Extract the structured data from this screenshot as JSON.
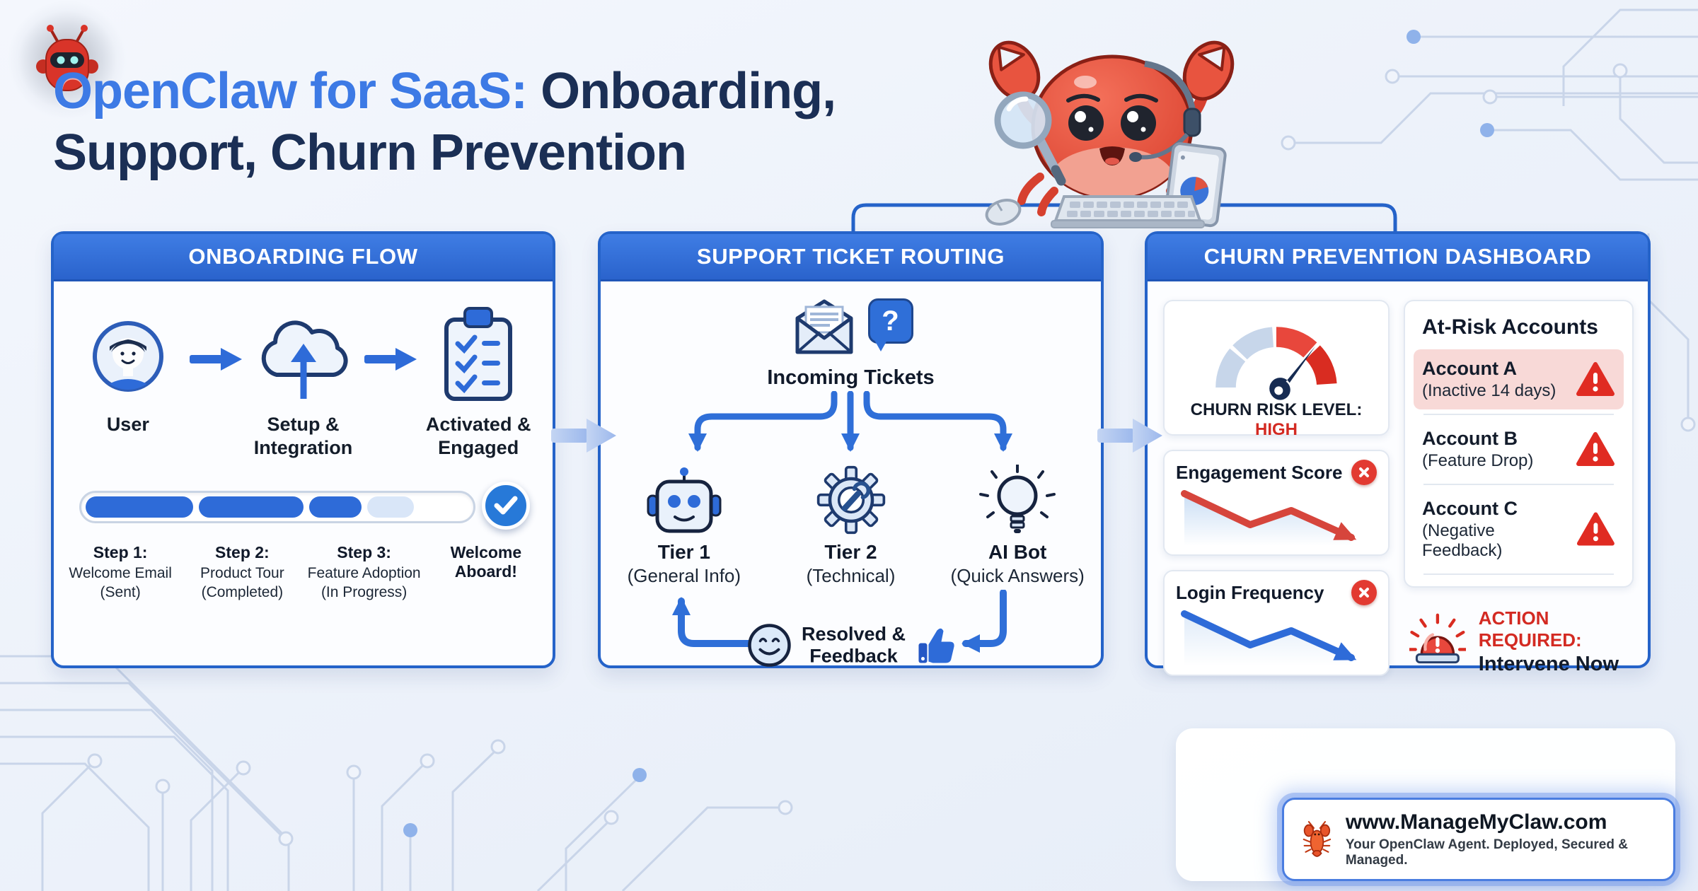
{
  "title": {
    "brand": "OpenClaw for SaaS:",
    "rest": " Onboarding,",
    "line2": "Support, Churn Prevention"
  },
  "panels": {
    "onboarding": {
      "header": "ONBOARDING FLOW",
      "flow": [
        {
          "label": "User"
        },
        {
          "label": "Setup &\nIntegration"
        },
        {
          "label": "Activated &\nEngaged"
        }
      ],
      "steps": [
        {
          "title": "Step 1:",
          "sub": "Welcome Email\n(Sent)"
        },
        {
          "title": "Step 2:",
          "sub": "Product Tour\n(Completed)"
        },
        {
          "title": "Step 3:",
          "sub": "Feature Adoption\n(In Progress)"
        },
        {
          "title": "Welcome\nAboard!",
          "sub": ""
        }
      ]
    },
    "support": {
      "header": "SUPPORT TICKET ROUTING",
      "incoming_label": "Incoming Tickets",
      "question_glyph": "?",
      "tiers": [
        {
          "name": "Tier 1",
          "desc": "(General Info)"
        },
        {
          "name": "Tier 2",
          "desc": "(Technical)"
        },
        {
          "name": "AI Bot",
          "desc": "(Quick Answers)"
        }
      ],
      "resolved_label": "Resolved &\nFeedback"
    },
    "churn": {
      "header": "CHURN PREVENTION DASHBOARD",
      "gauge": {
        "label": "CHURN RISK LEVEL:",
        "value": "HIGH"
      },
      "at_risk": {
        "title": "At-Risk Accounts",
        "accounts": [
          {
            "name": "Account A",
            "reason": "(Inactive 14 days)"
          },
          {
            "name": "Account B",
            "reason": "(Feature Drop)"
          },
          {
            "name": "Account C",
            "reason": "(Negative Feedback)"
          }
        ]
      },
      "metrics": [
        {
          "label": "Engagement Score"
        },
        {
          "label": "Login Frequency"
        }
      ],
      "action": {
        "line1": "ACTION REQUIRED:",
        "line2": "Intervene Now"
      }
    }
  },
  "footer": {
    "url": "www.ManageMyClaw.com",
    "tagline": "Your OpenClaw Agent. Deployed, Secured & Managed."
  },
  "colors": {
    "accent_blue": "#2f6fd8",
    "header_blue": "#2e6ad0",
    "risk_red": "#d93a31",
    "navy": "#16233f",
    "pale_blue": "#dce8f8"
  }
}
